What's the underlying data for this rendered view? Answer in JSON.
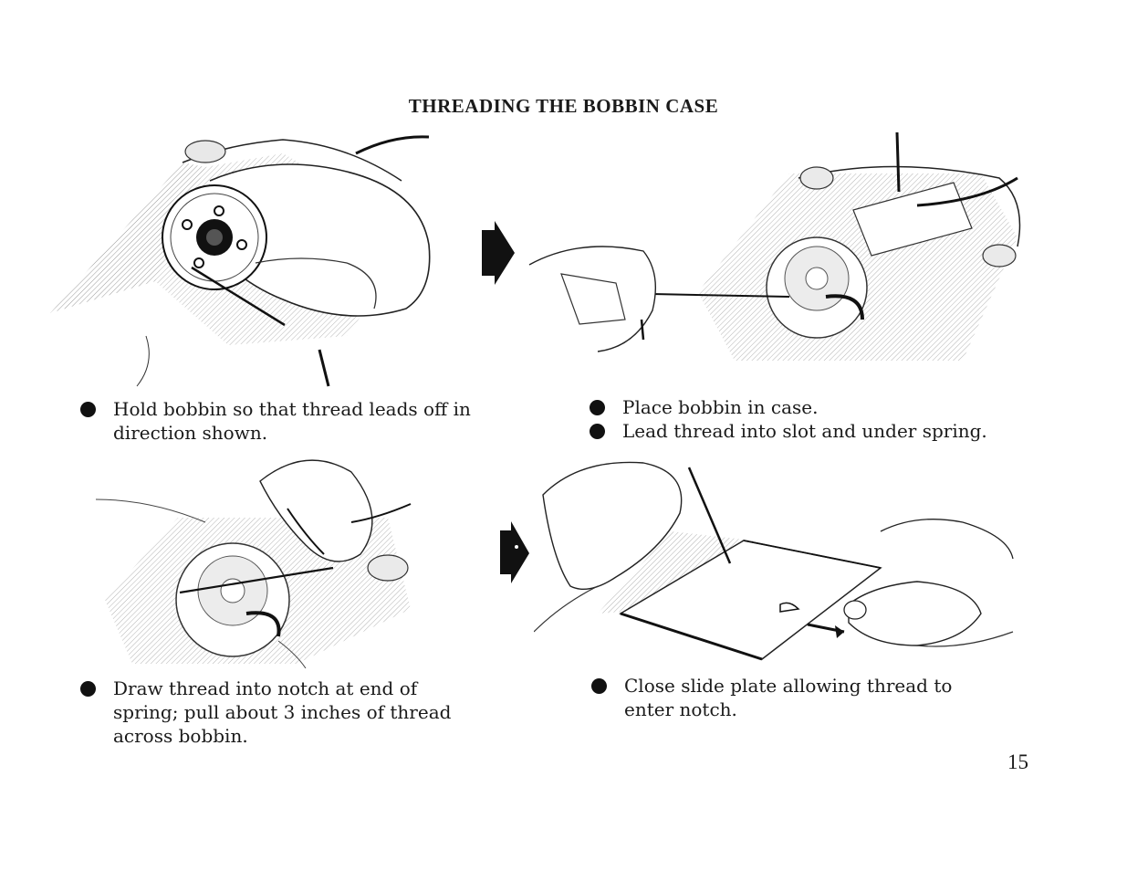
{
  "page": {
    "title": "THREADING THE BOBBIN CASE",
    "page_number": "15"
  },
  "steps": [
    {
      "lines": [
        "Hold bobbin so that thread leads off in",
        "direction shown."
      ]
    },
    {
      "bullets": [
        "Place bobbin in case.",
        "Lead thread into slot and under spring."
      ]
    },
    {
      "lines": [
        "Draw thread into notch at end of",
        "spring; pull about 3 inches of thread",
        "across bobbin."
      ]
    },
    {
      "lines": [
        "Close slide plate allowing thread to",
        "enter notch."
      ]
    }
  ]
}
